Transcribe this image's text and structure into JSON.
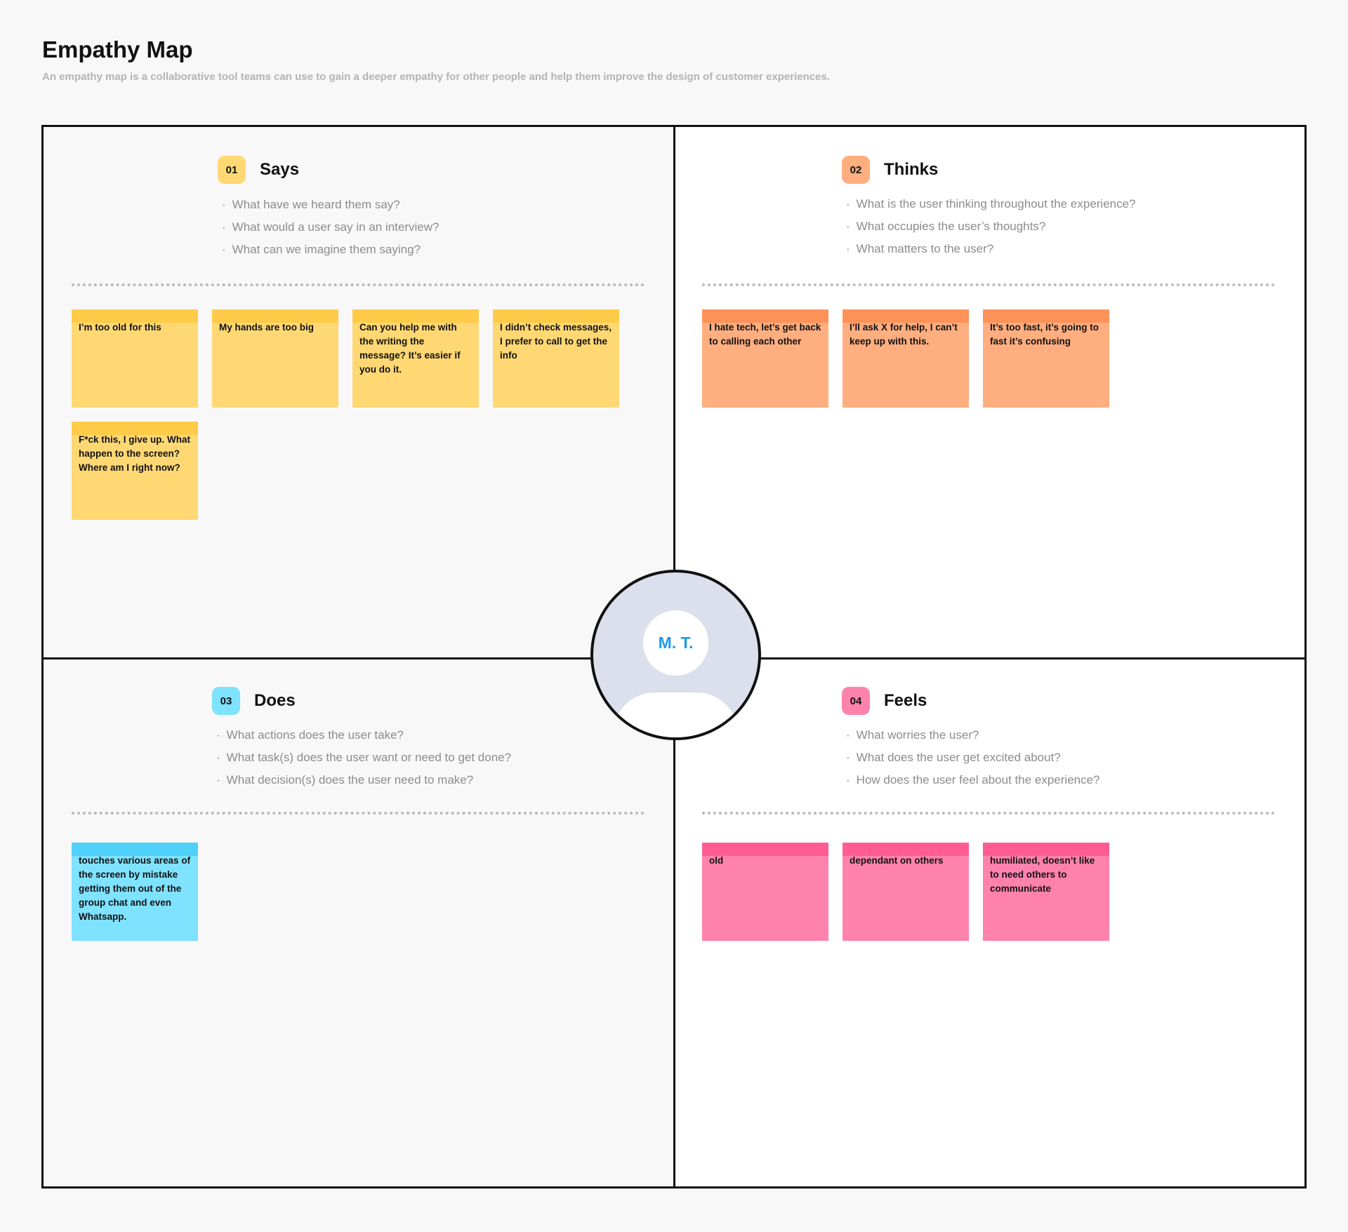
{
  "header": {
    "title": "Empathy Map",
    "subtitle": "An empathy map is a collaborative tool teams can use to gain a deeper empathy for other people and help them improve the design of customer experiences."
  },
  "persona": {
    "initials": "M. T.",
    "icon": "user-avatar-icon"
  },
  "colors": {
    "says": "#ffd873",
    "says_strip": "#ffcb48",
    "thinks": "#ffae80",
    "thinks_strip": "#ff9259",
    "does": "#7fe2ff",
    "does_strip": "#4fd1f9",
    "feels": "#ff82ad",
    "feels_strip": "#ff5c93"
  },
  "quadrants": {
    "says": {
      "number": "01",
      "title": "Says",
      "prompts": [
        "What have we heard them say?",
        "What would a user say in an interview?",
        "What can we imagine them saying?"
      ],
      "notes": [
        "I’m too old for this",
        "My hands are too big",
        "Can you help me with the writing the message? It’s easier if you do it.",
        "I didn’t check messages, I prefer to call to get the info",
        "F*ck this, I give up. What happen to the screen? Where am I right now?"
      ]
    },
    "thinks": {
      "number": "02",
      "title": "Thinks",
      "prompts": [
        "What is the user thinking throughout the experience?",
        "What occupies the user’s thoughts?",
        "What matters to the user?"
      ],
      "notes": [
        "I hate tech, let’s get back to calling each other",
        "I’ll ask X for help, I can’t keep up with this.",
        "It’s too fast, it’s going to fast it’s confusing"
      ]
    },
    "does": {
      "number": "03",
      "title": "Does",
      "prompts": [
        "What actions does the user take?",
        "What task(s) does the user want or need to get done?",
        "What decision(s) does the user need to make?"
      ],
      "notes": [
        "touches various areas of the screen by mistake getting them out of the group chat and even Whatsapp."
      ]
    },
    "feels": {
      "number": "04",
      "title": "Feels",
      "prompts": [
        "What worries the user?",
        "What does the user get excited about?",
        "How does the user feel about the experience?"
      ],
      "notes": [
        "old",
        "dependant on others",
        "humiliated, doesn’t like to need others to communicate"
      ]
    }
  }
}
